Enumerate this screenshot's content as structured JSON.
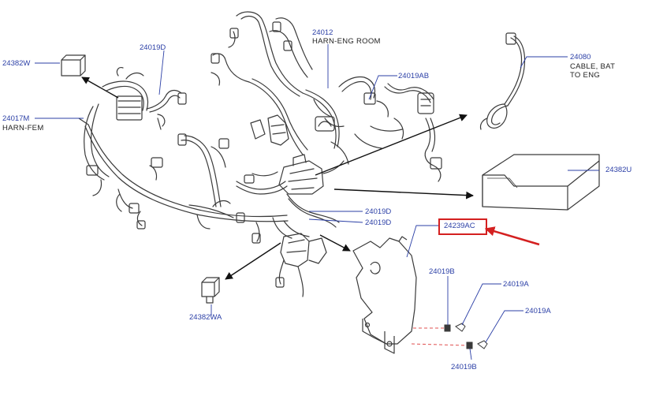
{
  "colors": {
    "part_number": "#2b3fa6",
    "description": "#222222",
    "outline": "#3a3a3a",
    "highlight": "#d42020",
    "hidden_line": "#e05050"
  },
  "labels": {
    "p24382W": "24382W",
    "p24019D_top": "24019D",
    "p24017M": "24017M",
    "d24017M": "HARN-FEM",
    "p24012": "24012",
    "d24012": "HARN-ENG  ROOM",
    "p24019AB": "24019AB",
    "p24080": "24080",
    "d24080_1": "CABLE,  BAT",
    "d24080_2": "TO  ENG",
    "p24382U": "24382U",
    "p24019D_mid1": "24019D",
    "p24019D_mid2": "24019D",
    "p24239AC": "24239AC",
    "p24019B_top": "24019B",
    "p24019A_1": "24019A",
    "p24019A_2": "24019A",
    "p24019B_bot": "24019B",
    "p24382WA": "24382WA"
  },
  "highlighted_part": "24239AC"
}
